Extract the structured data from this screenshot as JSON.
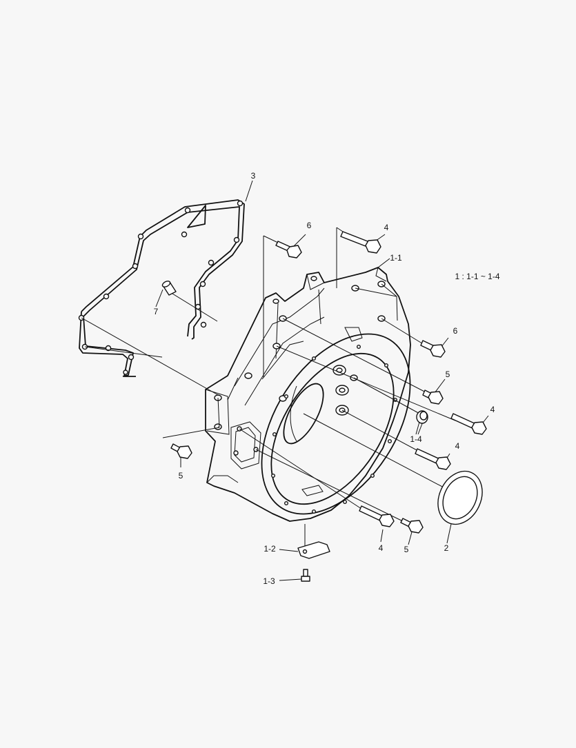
{
  "diagram": {
    "legend_text": "1 : 1-1 ~ 1-4",
    "callouts": {
      "c3": "3",
      "c7": "7",
      "c6_top": "6",
      "c4_top": "4",
      "c1_1": "1-1",
      "c6_right": "6",
      "c5_right": "5",
      "c4_right": "4",
      "c1_4": "1-4",
      "c4_mid": "4",
      "c5_left": "5",
      "c2": "2",
      "c4_bottom": "4",
      "c5_bottom": "5",
      "c1_2": "1-2",
      "c1_3": "1-3"
    }
  }
}
